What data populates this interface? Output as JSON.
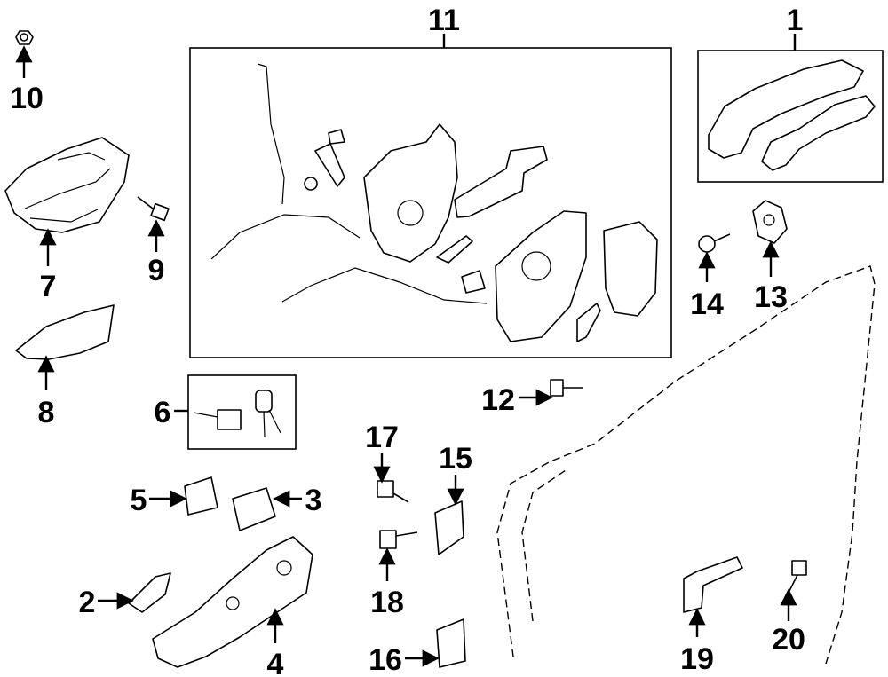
{
  "colors": {
    "ink": "#000000",
    "paper": "#ffffff"
  },
  "callouts": {
    "c1": "1",
    "c2": "2",
    "c3": "3",
    "c4": "4",
    "c5": "5",
    "c6": "6",
    "c7": "7",
    "c8": "8",
    "c9": "9",
    "c10": "10",
    "c11": "11",
    "c12": "12",
    "c13": "13",
    "c14": "14",
    "c15": "15",
    "c16": "16",
    "c17": "17",
    "c18": "18",
    "c19": "19",
    "c20": "20"
  }
}
